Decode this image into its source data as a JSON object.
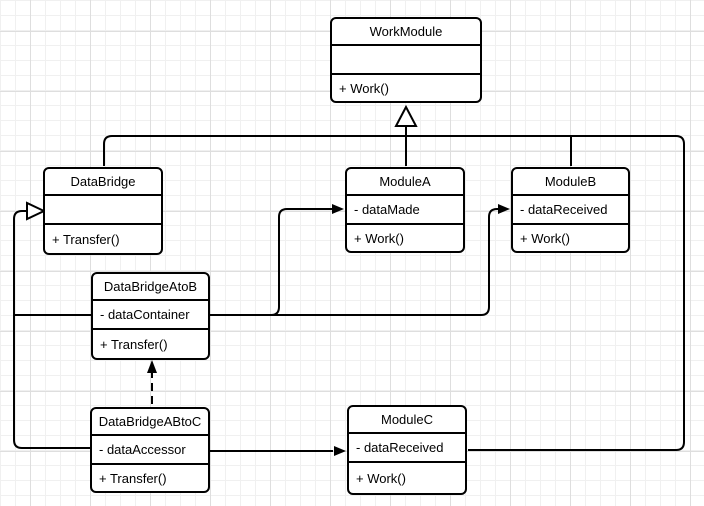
{
  "colors": {
    "line": "#000000",
    "box_fill": "#ffffff",
    "grid_minor": "#f0f0f0",
    "grid_major": "#dedede",
    "background": "#ffffff"
  },
  "classes": {
    "workModule": {
      "name": "WorkModule",
      "attribute": "",
      "method": "+ Work()"
    },
    "dataBridge": {
      "name": "DataBridge",
      "attribute": "",
      "method": "+ Transfer()"
    },
    "moduleA": {
      "name": "ModuleA",
      "attribute": "- dataMade",
      "method": "+ Work()"
    },
    "moduleB": {
      "name": "ModuleB",
      "attribute": "- dataReceived",
      "method": "+ Work()"
    },
    "dataBridgeAtoB": {
      "name": "DataBridgeAtoB",
      "attribute": "- dataContainer",
      "method": "+ Transfer()"
    },
    "dataBridgeABtoC": {
      "name": "DataBridgeABtoC",
      "attribute": "- dataAccessor",
      "method": "+ Transfer()"
    },
    "moduleC": {
      "name": "ModuleC",
      "attribute": "- dataReceived",
      "method": "+ Work()"
    }
  },
  "relationships": [
    {
      "from": "DataBridge",
      "to": "WorkModule",
      "type": "generalization",
      "arrowhead": "hollow-triangle"
    },
    {
      "from": "ModuleA",
      "to": "WorkModule",
      "type": "generalization",
      "arrowhead": "hollow-triangle"
    },
    {
      "from": "ModuleB",
      "to": "WorkModule",
      "type": "generalization",
      "arrowhead": "hollow-triangle"
    },
    {
      "from": "ModuleC",
      "to": "WorkModule",
      "type": "generalization",
      "arrowhead": "hollow-triangle"
    },
    {
      "from": "DataBridgeAtoB",
      "to": "DataBridge",
      "type": "generalization",
      "arrowhead": "hollow-triangle"
    },
    {
      "from": "DataBridgeABtoC",
      "to": "DataBridge",
      "type": "generalization",
      "arrowhead": "hollow-triangle"
    },
    {
      "from": "DataBridgeAtoB",
      "to": "ModuleA",
      "type": "directed-association",
      "arrowhead": "filled-arrow"
    },
    {
      "from": "DataBridgeAtoB",
      "to": "ModuleB",
      "type": "directed-association",
      "arrowhead": "filled-arrow"
    },
    {
      "from": "DataBridgeABtoC",
      "to": "DataBridgeAtoB",
      "type": "dashed-directed",
      "arrowhead": "filled-arrow"
    },
    {
      "from": "DataBridgeABtoC",
      "to": "ModuleC",
      "type": "directed-association",
      "arrowhead": "filled-arrow"
    }
  ]
}
